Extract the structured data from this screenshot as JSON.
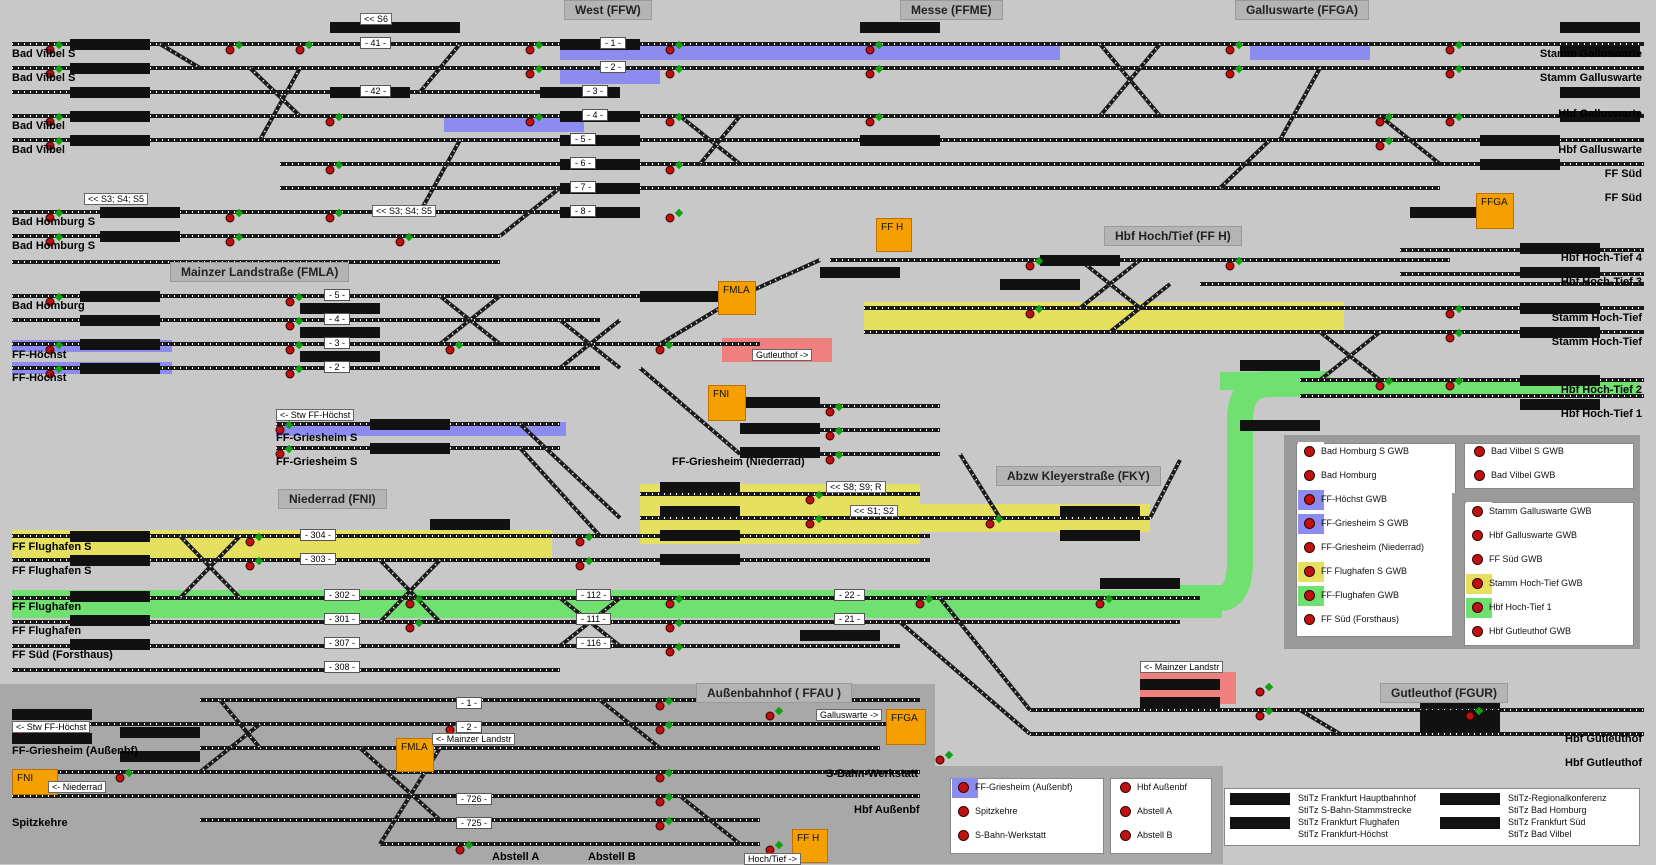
{
  "colors": {
    "background": "#c8c8c8",
    "track": "#1a1a1a",
    "rail_tie": "#ffffff",
    "signal_red": "#c01010",
    "signal_green": "#10a010",
    "block_black": "#111111",
    "zone_blue": "#8c8cf0",
    "zone_yellow": "#e6e060",
    "zone_green": "#70e070",
    "zone_red": "#f08080",
    "chip_orange": "#f5a000",
    "zone_gray": "#9a9a9a"
  },
  "sections": {
    "west": "West (FFW)",
    "messe": "Messe (FFME)",
    "galluswarte": "Galluswarte (FFGA)",
    "mainzer": "Mainzer Landstraße (FMLA)",
    "hbf_hoch_tief": "Hbf Hoch/Tief (FF H)",
    "niederrad": "Niederrad (FNI)",
    "kleyer": "Abzw Kleyerstraße (FKY)",
    "aussenbahnhof": "Außenbahnhof ( FFAU )",
    "gutleuthof": "Gutleuthof (FGUR)"
  },
  "left_labels": [
    "Bad Vilbel S",
    "Bad Vilbel S",
    "Bad Vilbel",
    "Bad Vilbel",
    "Bad Homburg S",
    "Bad Homburg S",
    "Bad Homburg",
    "FF-Höchst",
    "FF-Höchst",
    "FF-Griesheim S",
    "FF-Griesheim S",
    "FF Flughafen S",
    "FF Flughafen S",
    "FF Flughafen",
    "FF Flughafen",
    "FF Süd (Forsthaus)",
    "FF-Griesheim (Außenbf)",
    "Spitzkehre"
  ],
  "right_labels": [
    "Stamm Galluswarte",
    "Stamm Galluswarte",
    "Hbf Galluswarte",
    "Hbf Galluswarte",
    "FF Süd",
    "FF Süd",
    "Hbf Hoch-Tief 4",
    "Hbf Hoch-Tief 3",
    "Stamm Hoch-Tief",
    "Stamm Hoch-Tief",
    "Hbf Hoch-Tief 2",
    "Hbf Hoch-Tief 1",
    "Hbf Gutleuthof",
    "Hbf Gutleuthof"
  ],
  "inner_labels": {
    "griesheim_niederrad": "FF-Griesheim (Niederrad)",
    "s_bahn_werkstatt": "S-Bahn-Werkstatt",
    "hbf_aussenbf": "Hbf Außenbf",
    "abstell_a": "Abstell A",
    "abstell_b": "Abstell B"
  },
  "chips": {
    "ffh_top": "FF H",
    "fmla": "FMLA",
    "fni": "FNI",
    "ffga": "FFGA",
    "ffga2": "FFGA",
    "fmla2": "FMLA",
    "fni2": "FNI",
    "ffh_bottom": "FF H"
  },
  "tags": {
    "s6": "<< S6",
    "s3s4s5_top": "<< S3; S4; S5",
    "s3s4s5_mid": "<< S3; S4; S5",
    "gutleuthof_arrow": "Gutleuthof ->",
    "stw_hoechst": "<- Stw FF-Höchst",
    "s8s9r": "<< S8; S9; R",
    "s1s2": "<< S1; S2",
    "mainzer_landstr": "<- Mainzer Landstr",
    "stw_hoechst2": "<- Stw FF-Höchst",
    "mainzer_landstr2": "<- Mainzer Landstr",
    "niederrad_arrow": "<- Niederrad",
    "galluswarte_arrow": "Galluswarte ->",
    "hoch_tief_arrow": "Hoch/Tief ->"
  },
  "track_numbers": [
    "- 41 -",
    "- 42 -",
    "- 1 -",
    "- 2 -",
    "- 3 -",
    "- 4 -",
    "- 5 -",
    "- 6 -",
    "- 7 -",
    "- 8 -",
    "- 5 -",
    "- 4 -",
    "- 3 -",
    "- 2 -",
    "- 304 -",
    "- 303 -",
    "- 302 -",
    "- 301 -",
    "- 307 -",
    "- 308 -",
    "- 112 -",
    "- 111 -",
    "- 116 -",
    "- 22 -",
    "- 21 -",
    "- 1 -",
    "- 2 -",
    "- 726 -",
    "- 725 -"
  ],
  "legend_left": [
    {
      "label": "Bad Homburg S GWB",
      "color": "#ffffff"
    },
    {
      "label": "Bad Homburg",
      "color": "#ffffff"
    },
    {
      "label": "FF-Höchst GWB",
      "color": "#8c8cf0"
    },
    {
      "label": "FF-Griesheim S GWB",
      "color": "#8c8cf0"
    },
    {
      "label": "FF-Griesheim (Niederrad)",
      "color": "#ffffff"
    },
    {
      "label": "FF Flughafen S GWB",
      "color": "#e6e060"
    },
    {
      "label": "FF-Flughafen GWB",
      "color": "#70e070"
    },
    {
      "label": "FF Süd (Forsthaus)",
      "color": "#ffffff"
    }
  ],
  "legend_right_top": [
    {
      "label": "Bad Vilbel S GWB"
    },
    {
      "label": "Bad Vilbel GWB"
    }
  ],
  "legend_right": [
    {
      "label": "Stamm Galluswarte GWB",
      "color": "#ffffff"
    },
    {
      "label": "Hbf Galluswarte GWB",
      "color": "#ffffff"
    },
    {
      "label": "FF Süd GWB",
      "color": "#ffffff"
    },
    {
      "label": "Stamm Hoch-Tief GWB",
      "color": "#e6e060"
    },
    {
      "label": "Hbf Hoch-Tief 1",
      "color": "#70e070"
    },
    {
      "label": "Hbf Gutleuthof GWB",
      "color": "#ffffff"
    }
  ],
  "legend_bottom_a": [
    {
      "label": "FF-Griesheim (Außenbf)",
      "color": "#8c8cf0"
    },
    {
      "label": "Spitzkehre",
      "color": "#ffffff"
    },
    {
      "label": "S-Bahn-Werkstatt",
      "color": "#ffffff"
    }
  ],
  "legend_bottom_b": [
    {
      "label": "Hbf Außenbf"
    },
    {
      "label": "Abstell A"
    },
    {
      "label": "Abstell B"
    }
  ],
  "legend_stitz": [
    "StiTz Frankfurt Hauptbahnhof",
    "StiTz S-Bahn-Stammstrecke",
    "StiTz Frankfurt Flughafen",
    "StiTz Frankfurt-Höchst",
    "StiTz-Regionalkonferenz",
    "StiTz Bad Homburg",
    "StiTz Frankfurt Süd",
    "StiTz Bad Vilbel"
  ]
}
